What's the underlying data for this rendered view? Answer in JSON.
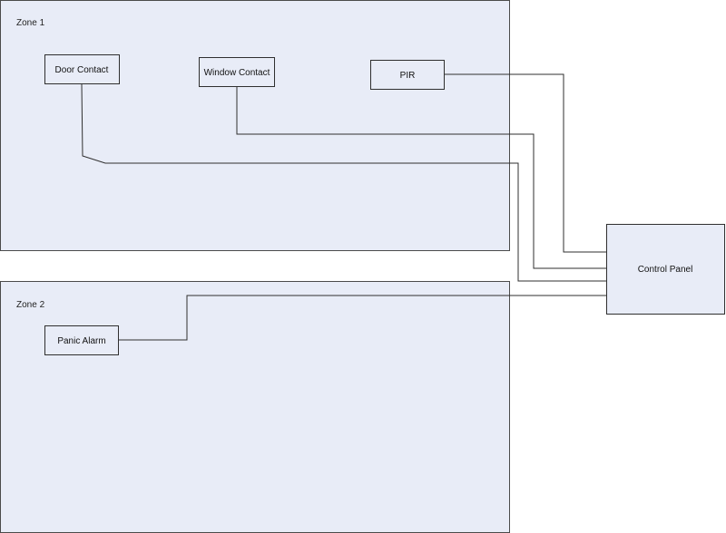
{
  "zones": {
    "zone1": "Zone 1",
    "zone2": "Zone 2"
  },
  "devices": {
    "door_contact": "Door Contact",
    "window_contact": "Window Contact",
    "pir": "PIR",
    "panic_alarm": "Panic Alarm"
  },
  "control_panel": "Control Panel",
  "colors": {
    "box_fill": "#e8ecf7",
    "stroke": "#2f2f2f"
  }
}
